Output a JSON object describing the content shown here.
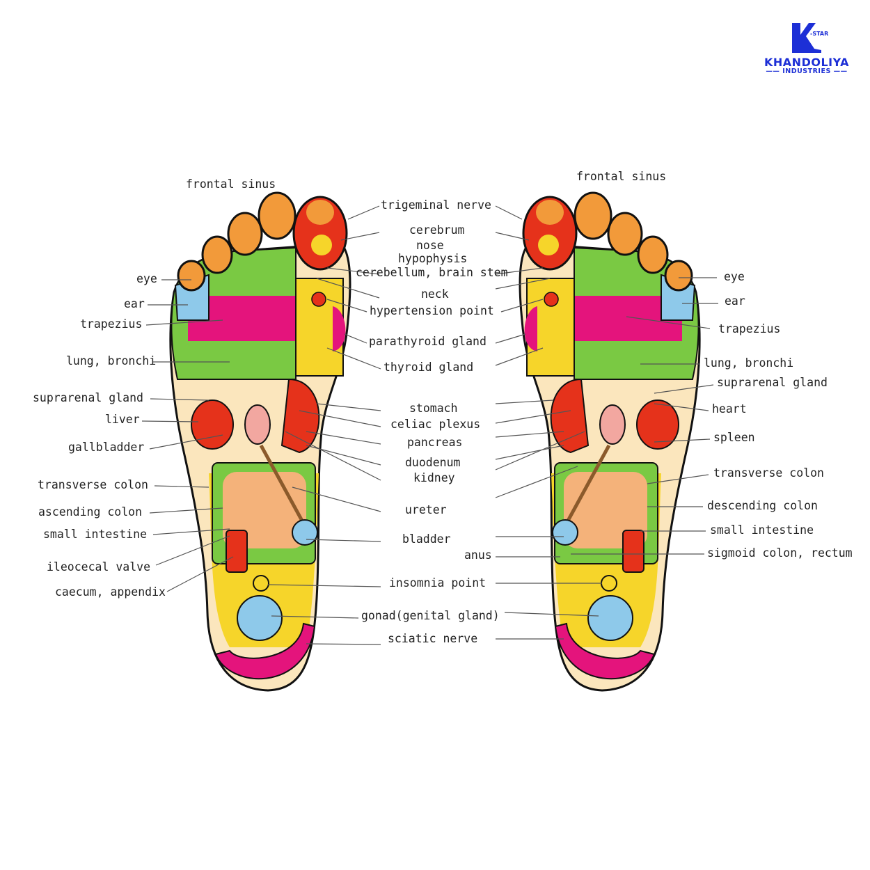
{
  "logo": {
    "mark": "K",
    "star": "-STAR",
    "name": "KHANDOLIYA",
    "sub": "INDUSTRIES"
  },
  "colors": {
    "red": "#e5321b",
    "green": "#7ac943",
    "magenta": "#e4147c",
    "yellow": "#f6d52a",
    "blue": "#8ec9ea",
    "orange": "#f29a3a",
    "cream": "#fbe6bd",
    "brand": "#1d2fd6"
  },
  "left_labels": {
    "frontal_sinus": "frontal sinus",
    "eye": "eye",
    "ear": "ear",
    "trapezius": "trapezius",
    "lung": "lung, bronchi",
    "suprarenal": "suprarenal gland",
    "liver": "liver",
    "gallbladder": "gallbladder",
    "transverse_colon": "transverse colon",
    "ascending_colon": "ascending colon",
    "small_intestine": "small intestine",
    "ileocecal": "ileocecal valve",
    "caecum": "caecum, appendix"
  },
  "center_labels": {
    "trigeminal": "trigeminal nerve",
    "cerebrum": "cerebrum",
    "nose": "nose",
    "hypophysis": "hypophysis",
    "cerebellum": "cerebellum, brain stem",
    "neck": "neck",
    "hypertension": "hypertension point",
    "parathyroid": "parathyroid gland",
    "thyroid": "thyroid gland",
    "stomach": "stomach",
    "celiac": "celiac plexus",
    "pancreas": "pancreas",
    "duodenum": "duodenum",
    "kidney": "kidney",
    "ureter": "ureter",
    "bladder": "bladder",
    "anus": "anus",
    "insomnia": "insomnia point",
    "gonad": "gonad(genital gland)",
    "sciatic": "sciatic nerve"
  },
  "right_labels": {
    "frontal_sinus": "frontal sinus",
    "eye": "eye",
    "ear": "ear",
    "trapezius": "trapezius",
    "lung": "lung, bronchi",
    "suprarenal": "suprarenal gland",
    "heart": "heart",
    "spleen": "spleen",
    "transverse_colon": "transverse colon",
    "descending_colon": "descending colon",
    "small_intestine": "small intestine",
    "sigmoid": "sigmoid colon, rectum"
  }
}
